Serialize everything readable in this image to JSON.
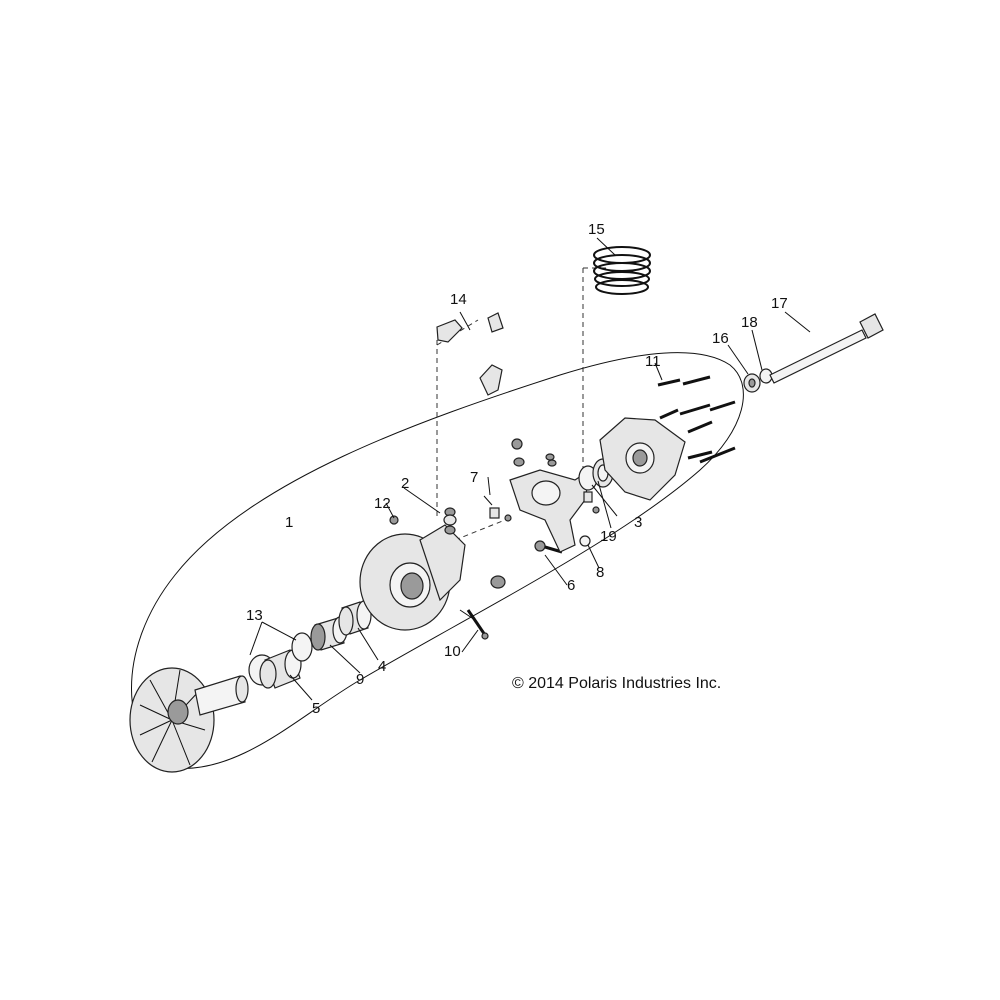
{
  "diagram": {
    "copyright": "© 2014 Polaris Industries Inc.",
    "callouts": {
      "c1": "1",
      "c2": "2",
      "c3": "3",
      "c4": "4",
      "c5": "5",
      "c6": "6",
      "c7": "7",
      "c8": "8",
      "c9": "9",
      "c10": "10",
      "c11": "11",
      "c12": "12",
      "c13": "13",
      "c14": "14",
      "c15": "15",
      "c16": "16",
      "c17": "17",
      "c18": "18",
      "c19": "19"
    }
  }
}
